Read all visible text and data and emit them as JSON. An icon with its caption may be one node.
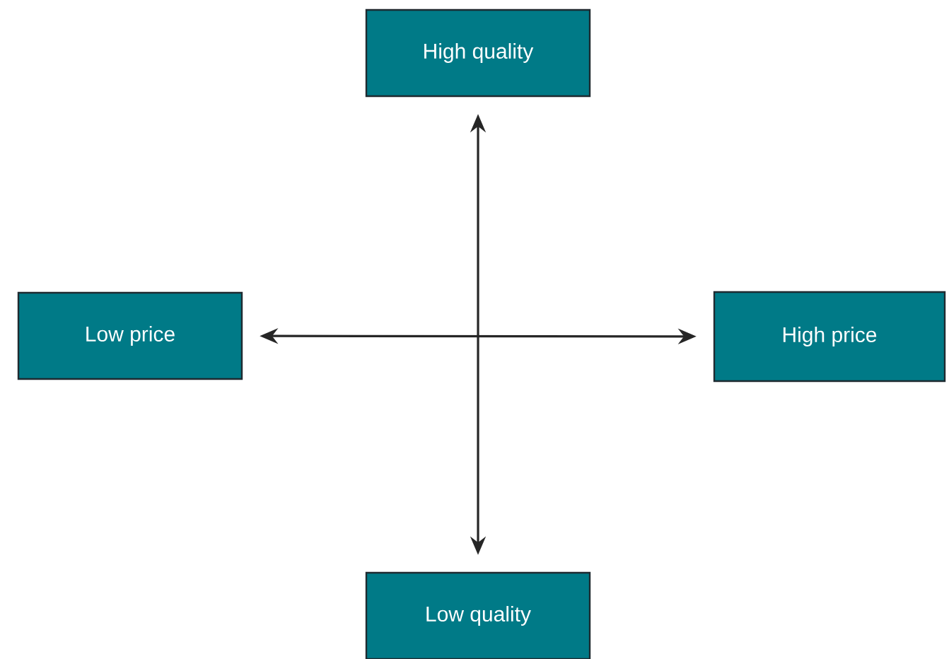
{
  "diagram": {
    "nodes": [
      {
        "text": [
          "High quality"
        ]
      },
      {
        "text": [
          "Low price"
        ]
      },
      {
        "text": [
          "High price"
        ]
      },
      {
        "text": [
          "Low quality"
        ]
      }
    ],
    "edges": [
      {
        "from": 0,
        "to": 3,
        "arrow": "both"
      },
      {
        "from": 1,
        "to": 2,
        "arrow": "both"
      }
    ]
  }
}
